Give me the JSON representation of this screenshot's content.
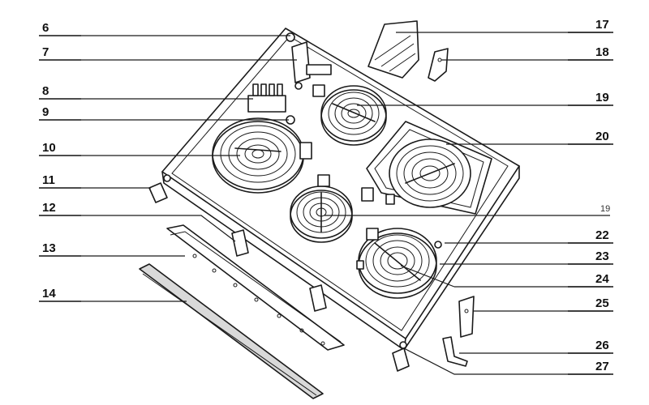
{
  "callouts_left": [
    {
      "label": "6"
    },
    {
      "label": "7"
    },
    {
      "label": "8"
    },
    {
      "label": "9"
    },
    {
      "label": "10"
    },
    {
      "label": "11"
    },
    {
      "label": "12"
    },
    {
      "label": "13"
    },
    {
      "label": "14"
    }
  ],
  "callouts_right": [
    {
      "label": "17"
    },
    {
      "label": "18"
    },
    {
      "label": "19"
    },
    {
      "label": "20"
    },
    {
      "label": "19"
    },
    {
      "label": "22"
    },
    {
      "label": "23"
    },
    {
      "label": "24"
    },
    {
      "label": "25"
    },
    {
      "label": "26"
    },
    {
      "label": "27"
    }
  ]
}
